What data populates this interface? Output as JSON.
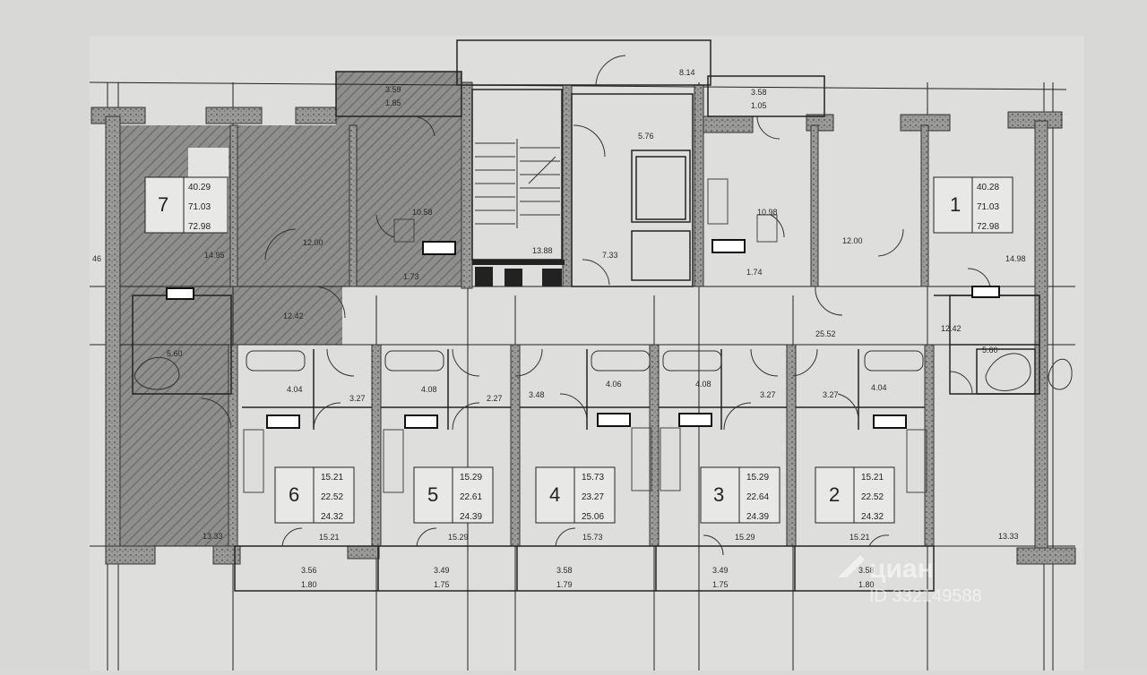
{
  "apartments": [
    {
      "id": "apt-7",
      "number": "7",
      "areas": [
        "40.29",
        "71.03",
        "72.98"
      ],
      "rooms": [
        "14.95",
        "12.00",
        "10.58",
        "1.73"
      ],
      "hatched": true
    },
    {
      "id": "apt-1",
      "number": "1",
      "areas": [
        "40.28",
        "71.03",
        "72.98"
      ],
      "rooms": [
        "14.98",
        "12.00",
        "10.98",
        "1.74"
      ],
      "hatched": false
    },
    {
      "id": "apt-6",
      "number": "6",
      "areas": [
        "15.21",
        "22.52",
        "24.32"
      ],
      "rooms": [
        "4.04",
        "3.27",
        "15.21"
      ],
      "balcony": [
        "3.56",
        "1.80"
      ]
    },
    {
      "id": "apt-5",
      "number": "5",
      "areas": [
        "15.29",
        "22.61",
        "24.39"
      ],
      "rooms": [
        "4.08",
        "2.27",
        "15.29"
      ],
      "balcony": [
        "3.49",
        "1.75"
      ]
    },
    {
      "id": "apt-4",
      "number": "4",
      "areas": [
        "15.73",
        "23.27",
        "25.06"
      ],
      "rooms": [
        "3.48",
        "4.06",
        "15.73"
      ],
      "balcony": [
        "3.58",
        "1.79"
      ]
    },
    {
      "id": "apt-3",
      "number": "3",
      "areas": [
        "15.29",
        "22.64",
        "24.39"
      ],
      "rooms": [
        "4.08",
        "3.27",
        "15.29"
      ],
      "balcony": [
        "3.49",
        "1.75"
      ]
    },
    {
      "id": "apt-2",
      "number": "2",
      "areas": [
        "15.21",
        "22.52",
        "24.32"
      ],
      "rooms": [
        "3.27",
        "4.04",
        "15.21"
      ],
      "balcony": [
        "3.58",
        "1.80"
      ]
    }
  ],
  "common": {
    "stair": "13.88",
    "hall": "7.33",
    "lift_lobby": "5.76",
    "entrance": "8.14",
    "corridor_left": "12.42",
    "corridor_right": "12.42",
    "corridor_right2": "25.52",
    "left_loggia_top": [
      "3.59",
      "1.85"
    ],
    "right_loggia_top": [
      "3.58",
      "1.05"
    ],
    "left_bottom": "13.33",
    "right_bottom": "13.33",
    "left_bath": "5.60",
    "right_bath": "5.60",
    "left_edge": "46"
  },
  "watermark": {
    "brand": "циан",
    "id_text": "ID 332149588"
  }
}
